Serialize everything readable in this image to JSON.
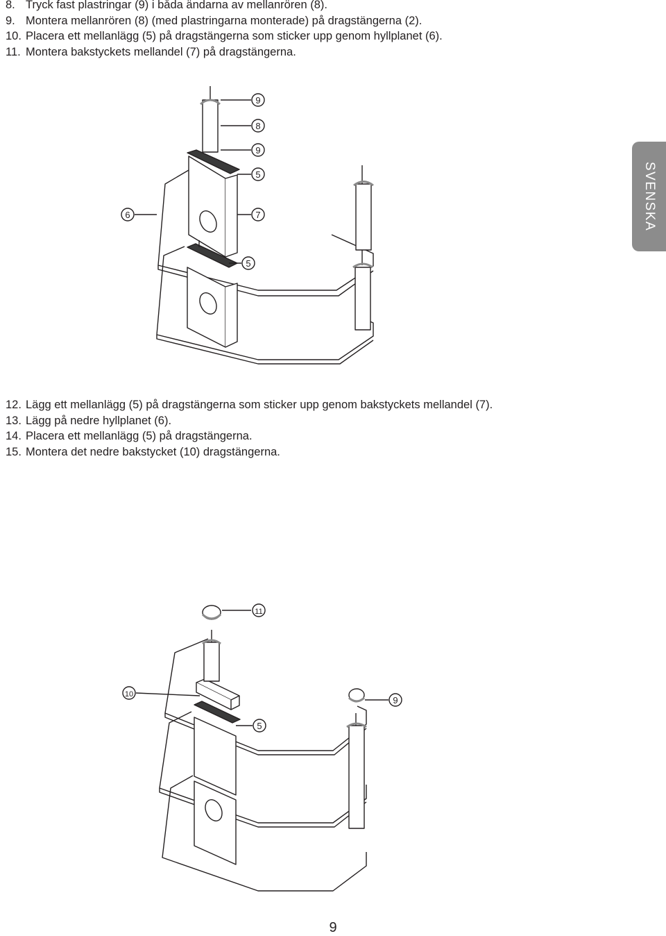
{
  "steps_top": [
    {
      "num": "8.",
      "text": "Tryck fast plastringar (9) i båda ändarna av mellanrören (8)."
    },
    {
      "num": "9.",
      "text": "Montera mellanrören (8) (med plastringarna monterade) på dragstängerna (2)."
    },
    {
      "num": "10.",
      "text": "Placera ett mellanlägg (5) på dragstängerna som sticker upp genom hyllplanet (6)."
    },
    {
      "num": "11.",
      "text": "Montera bakstyckets mellandel (7) på dragstängerna."
    }
  ],
  "steps_bottom": [
    {
      "num": "12.",
      "text": "Lägg ett mellanlägg (5) på dragstängerna som sticker upp genom bakstyckets mellandel (7)."
    },
    {
      "num": "13.",
      "text": "Lägg på nedre hyllplanet (6)."
    },
    {
      "num": "14.",
      "text": "Placera ett mellanlägg (5) på dragstängerna."
    },
    {
      "num": "15.",
      "text": "Montera det nedre bakstycket (10) dragstängerna."
    }
  ],
  "side_tab": "SVENSKA",
  "figure1_callouts": [
    "9",
    "8",
    "9",
    "5",
    "6",
    "7",
    "5"
  ],
  "figure2_callouts": [
    "11",
    "10",
    "9",
    "5"
  ],
  "page_number": "9"
}
